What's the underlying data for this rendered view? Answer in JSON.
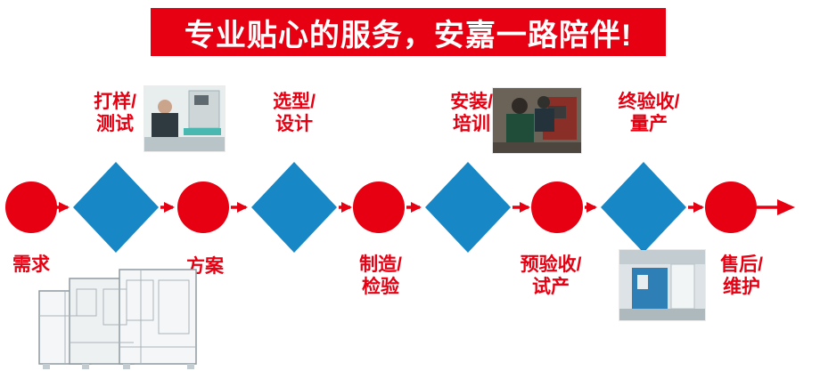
{
  "banner": {
    "text": "专业贴心的服务，安嘉一路陪伴!"
  },
  "colors": {
    "accent_red": "#e60012",
    "diamond_blue": "#1787c5",
    "banner_text": "#ffffff"
  },
  "steps": [
    {
      "id": "demand",
      "shape": "circle",
      "label": "需求"
    },
    {
      "id": "prototype-testing",
      "shape": "diamond",
      "label": "打样/\n测试"
    },
    {
      "id": "plan",
      "shape": "circle",
      "label": "方案"
    },
    {
      "id": "selection-design",
      "shape": "diamond",
      "label": "选型/\n设计"
    },
    {
      "id": "manufacture-inspection",
      "shape": "circle",
      "label": "制造/\n检验"
    },
    {
      "id": "install-training",
      "shape": "diamond",
      "label": "安装/\n培训"
    },
    {
      "id": "pre-acceptance-trial",
      "shape": "circle",
      "label": "预验收/\n试产"
    },
    {
      "id": "final-acceptance-mass",
      "shape": "diamond",
      "label": "终验收/\n量产"
    },
    {
      "id": "aftersales-maintenance",
      "shape": "circle",
      "label": "售后/\n维护"
    }
  ],
  "images": [
    {
      "name": "prototype-testing-photo",
      "description": "photo of engineer testing equipment"
    },
    {
      "name": "install-training-photo",
      "description": "photo of technicians installing machine"
    },
    {
      "name": "final-acceptance-photo",
      "description": "photo of machine in production plant"
    },
    {
      "name": "equipment-line-drawing",
      "description": "CAD outline drawing of machines"
    }
  ]
}
